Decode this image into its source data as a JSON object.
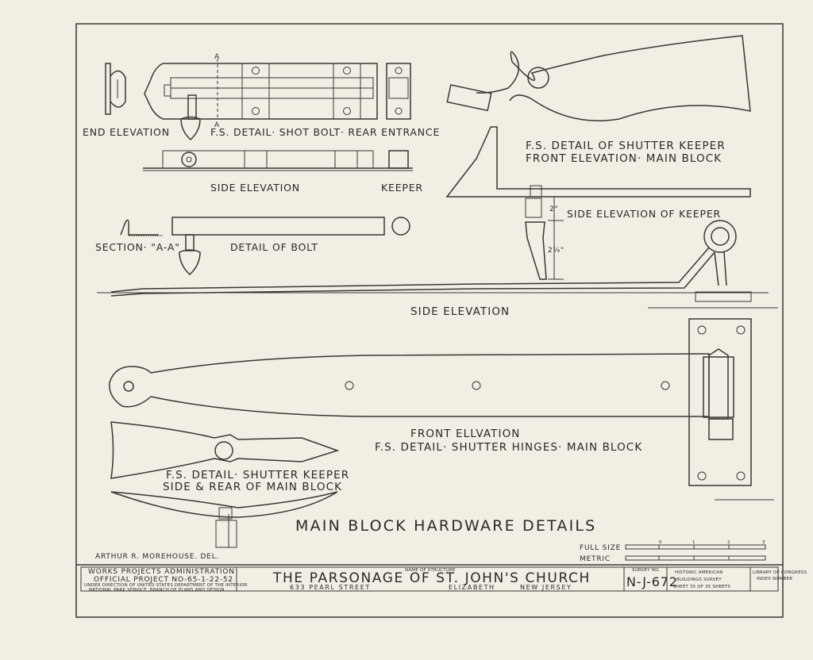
{
  "drawing": {
    "title": "MAIN BLOCK HARDWARE DETAILS",
    "labels": {
      "end_elevation": "END ELEVATION",
      "shot_bolt": "F.S. DETAIL· SHOT BOLT· REAR ENTRANCE",
      "side_elevation_bolt": "SIDE ELEVATION",
      "keeper": "KEEPER",
      "section_aa": "SECTION· \"A-A\"",
      "detail_bolt": "DETAIL OF BOLT",
      "section_mark": "A",
      "keeper_front_1": "F.S. DETAIL OF SHUTTER KEEPER",
      "keeper_front_2": "FRONT ELEVATION· MAIN BLOCK",
      "keeper_side": "SIDE ELEVATION OF KEEPER",
      "dim_1": "2\"",
      "dim_2": "2¼\"",
      "hinge_side": "SIDE ELEVATION",
      "hinge_front_1": "FRONT ELLVATION",
      "hinge_front_2": "F.S. DETAIL· SHUTTER HINGES· MAIN BLOCK",
      "keeper_rear_1": "F.S. DETAIL· SHUTTER KEEPER",
      "keeper_rear_2": "SIDE & REAR OF MAIN BLOCK",
      "delineator": "ARTHUR R. MOREHOUSE. DEL.",
      "scale_full": "FULL SIZE",
      "scale_metric": "METRIC"
    },
    "scale_ticks": [
      "0",
      "1",
      "2",
      "3"
    ]
  },
  "title_block": {
    "agency": "WORKS PROJECTS ADMINISTRATION",
    "project": "OFFICIAL PROJECT NO-65-1-22-52",
    "direction_1": "UNDER DIRECTION OF UNITED STATES DEPARTMENT OF THE INTERIOR",
    "direction_2": "NATIONAL PARK SERVICE, BRANCH OF PLANS AND DESIGN",
    "name_caption": "NAME OF STRUCTURE",
    "structure_name": "THE PARSONAGE OF ST. JOHN'S CHURCH",
    "street": "633 PEARL STREET",
    "city": "ELIZABETH",
    "state": "NEW JERSEY",
    "survey_caption": "SURVEY NO.",
    "survey_no": "N-J-672",
    "habs_1": "HISTORIC AMERICAN",
    "habs_2": "BUILDINGS SURVEY",
    "sheet": "SHEET 35 OF 35 SHEETS",
    "library_1": "LIBRARY OF CONGRESS",
    "library_2": "INDEX NUMBER"
  }
}
